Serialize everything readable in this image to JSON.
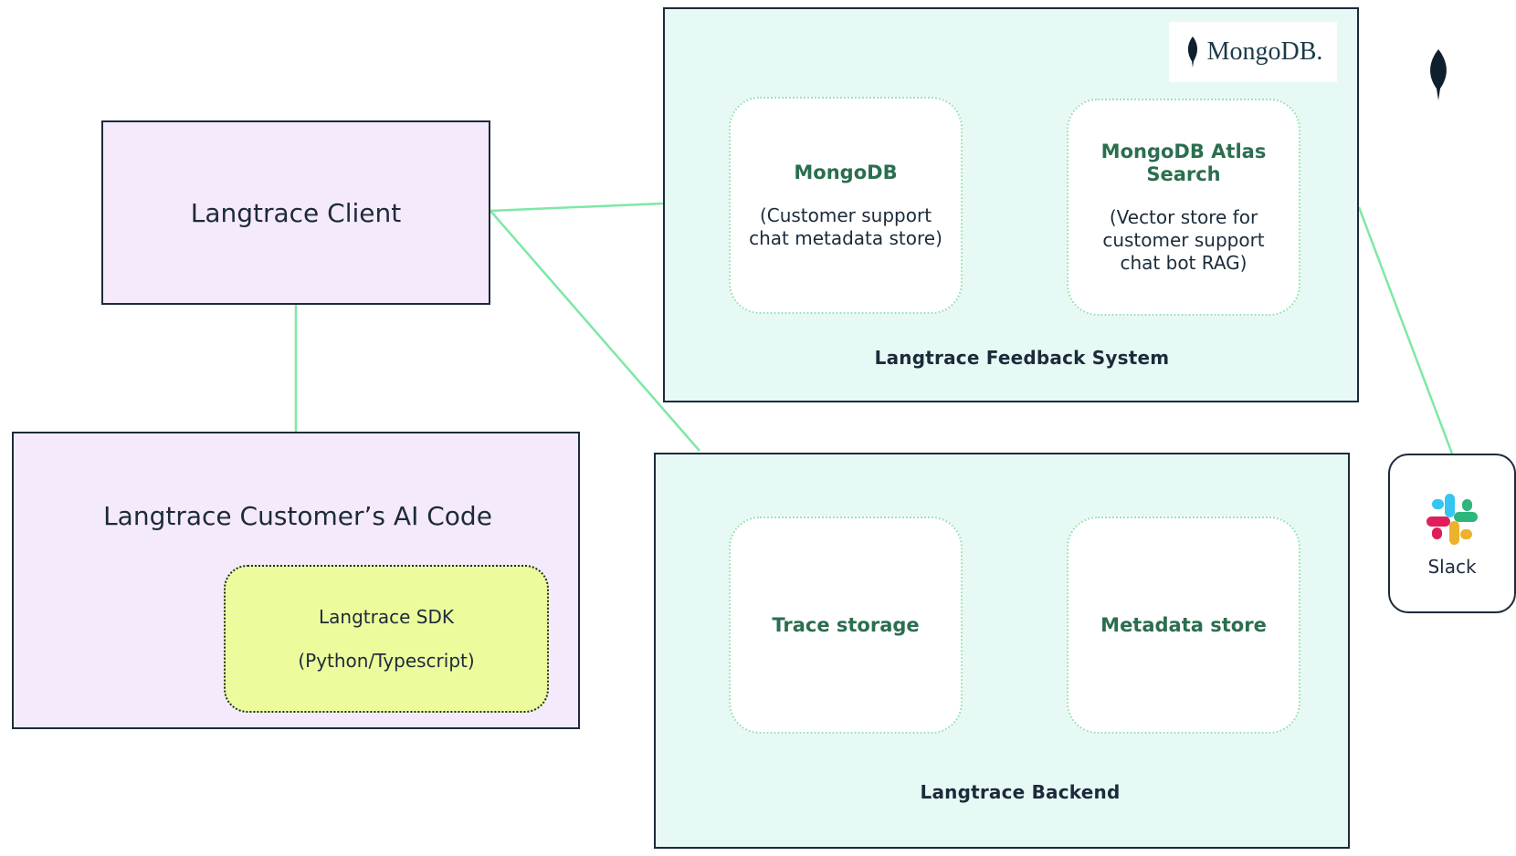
{
  "client": {
    "label": "Langtrace Client"
  },
  "customer_code": {
    "label": "Langtrace Customer’s AI Code",
    "sdk": {
      "title": "Langtrace SDK",
      "subtitle": "(Python/Typescript)"
    }
  },
  "feedback_system": {
    "label": "Langtrace Feedback System",
    "logo_text": "MongoDB.",
    "cards": [
      {
        "title": "MongoDB",
        "desc": "(Customer support chat metadata store)"
      },
      {
        "title": "MongoDB Atlas Search",
        "desc": "(Vector store for customer support chat bot RAG)"
      }
    ]
  },
  "backend": {
    "label": "Langtrace Backend",
    "cards": [
      {
        "title": "Trace storage"
      },
      {
        "title": "Metadata store"
      }
    ]
  },
  "slack": {
    "label": "Slack"
  },
  "icons": [
    "mongodb-leaf-icon",
    "slack-icon"
  ],
  "colors": {
    "connector": "#7ee8a6",
    "purple_fill": "#f5eafb",
    "teal_fill": "#e6f9f4",
    "sdk_fill": "#ecfb9c",
    "card_title": "#2b6e4f",
    "border": "#1c2b3a"
  }
}
